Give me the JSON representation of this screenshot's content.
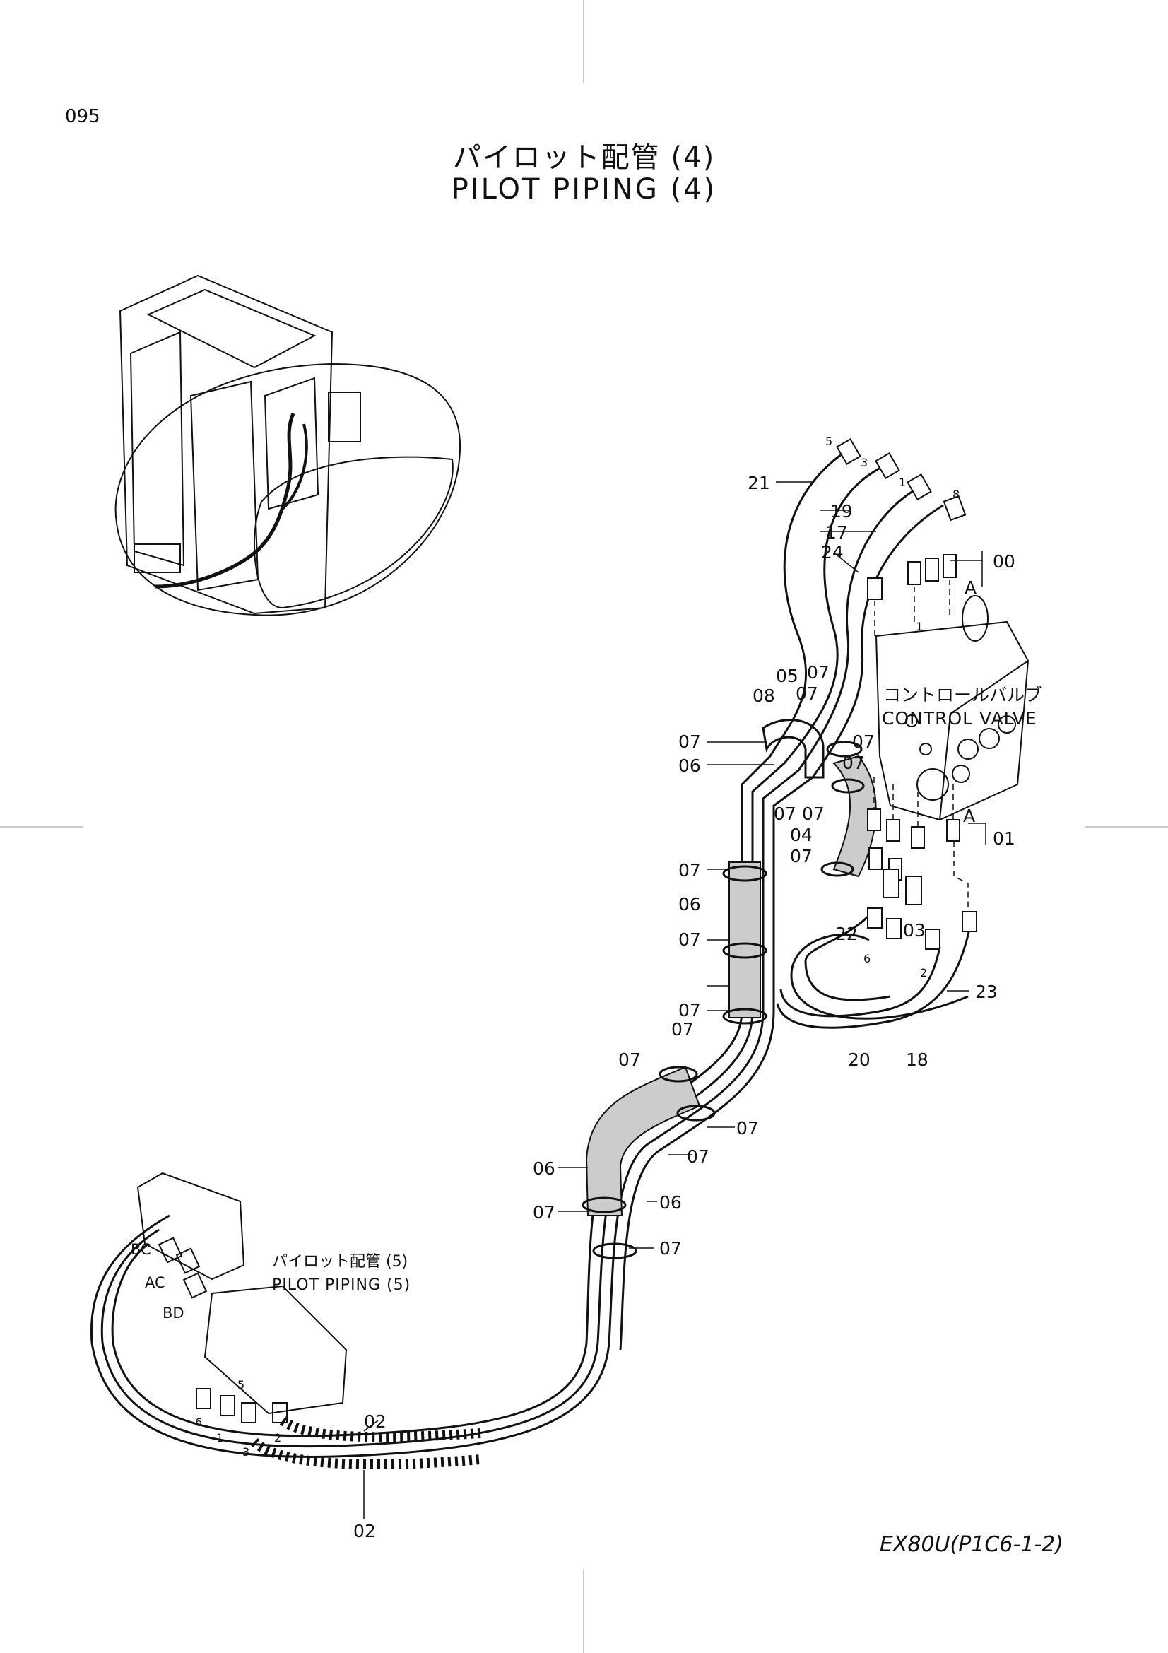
{
  "page": {
    "number": "095",
    "title_jp": "パイロット配管 (4)",
    "title_en": "PILOT PIPING (4)",
    "model_code": "EX80U(P1C6-1-2)"
  },
  "notes": {
    "control_valve_jp": "コントロールバルブ",
    "control_valve_en": "CONTROL VALVE",
    "ref_jp": "パイロット配管 (5)",
    "ref_en": "PILOT PIPING (5)"
  },
  "callouts": {
    "c21": "21",
    "c19": "19",
    "c17": "17",
    "c24": "24",
    "c00": "00",
    "cA_top": "A",
    "c05": "05",
    "c07_a": "07",
    "c08": "08",
    "c07_b": "07",
    "c07_c": "07",
    "c06_a": "06",
    "c07_d": "07",
    "c07_e": "07",
    "c07_f": "07",
    "c07_g": "07",
    "c04": "04",
    "c07_h": "07",
    "cA_bot": "A",
    "c01": "01",
    "c07_i": "07",
    "c06_b": "06",
    "c07_j": "07",
    "c03": "03",
    "c22": "22",
    "c23": "23",
    "c07_k": "07",
    "c07_l": "07",
    "c20": "20",
    "c18": "18",
    "c07_m": "07",
    "c07_n": "07",
    "c07_o": "07",
    "c06_c": "06",
    "c06_d": "06",
    "c07_p": "07",
    "c07_q": "07",
    "c02_a": "02",
    "c02_b": "02",
    "cBC": "BC",
    "cAC": "AC",
    "cBD": "BD"
  },
  "port_marks": {
    "t5": "5",
    "t3": "3",
    "t1": "1",
    "t8": "8",
    "v1": "1",
    "m6": "6",
    "m2": "2",
    "b6": "6",
    "b1": "1",
    "b5": "5",
    "b3": "3",
    "b2": "2"
  }
}
